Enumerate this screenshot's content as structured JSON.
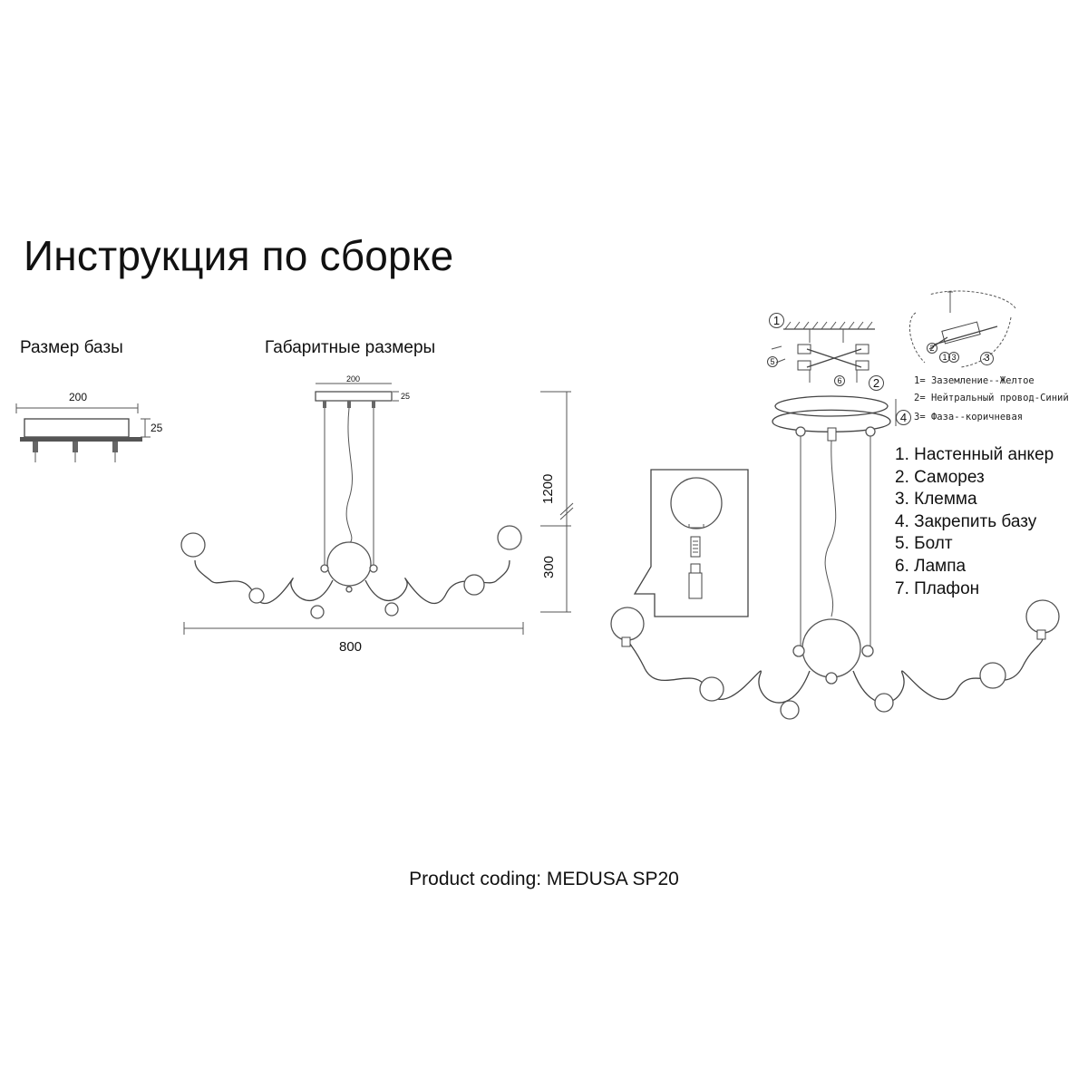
{
  "title": "Инструкция по сборке",
  "base_section": {
    "label": "Размер базы",
    "width": "200",
    "height": "25"
  },
  "dimensions_section": {
    "label": "Габаритные размеры",
    "base_width": "200",
    "base_height": "25",
    "total_height": "1200",
    "body_height": "300",
    "total_width": "800"
  },
  "wiring": {
    "lines": [
      "1= Заземление--Желтое",
      "2= Нейтральный провод-Синий",
      "3= Фаза--коричневая"
    ],
    "callouts": [
      "1",
      "2",
      "3",
      "4",
      "5",
      "6",
      "1",
      "2",
      "3"
    ]
  },
  "legend": {
    "items": [
      "1. Настенный анкер",
      "2. Саморез",
      "3. Клемма",
      "4. Закрепить базу",
      "5. Болт",
      "6. Лампа",
      "7. Плафон"
    ]
  },
  "footer": "Product coding: MEDUSA SP20"
}
